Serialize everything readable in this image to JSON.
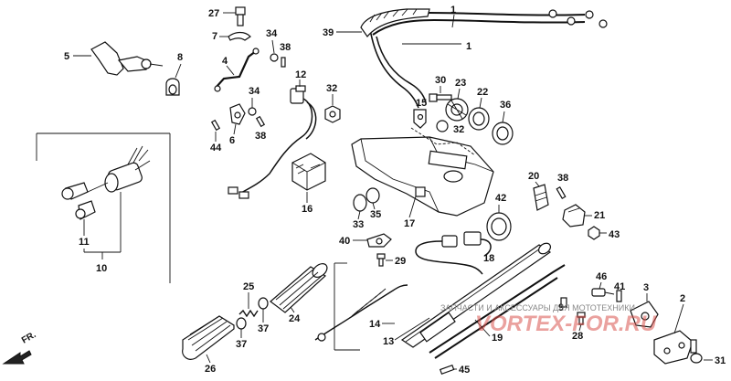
{
  "callouts": {
    "c1": "1",
    "c2": "2",
    "c3": "3",
    "c4": "4",
    "c5": "5",
    "c6": "6",
    "c7": "7",
    "c8": "8",
    "c9": "9",
    "c10": "10",
    "c11": "11",
    "c12": "12",
    "c13": "13",
    "c14": "14",
    "c15": "15",
    "c16": "16",
    "c17": "17",
    "c18": "18",
    "c19": "19",
    "c20": "20",
    "c21": "21",
    "c22": "22",
    "c23": "23",
    "c24": "24",
    "c25": "25",
    "c26": "26",
    "c27": "27",
    "c28": "28",
    "c29": "29",
    "c30": "30",
    "c31": "31",
    "c32": "32",
    "c33": "33",
    "c34": "34",
    "c35": "35",
    "c36": "36",
    "c37": "37",
    "c38": "38",
    "c39": "39",
    "c40": "40",
    "c41": "41",
    "c42": "42",
    "c43": "43",
    "c44": "44",
    "c45": "45",
    "c46": "46"
  },
  "direction_marker": "FR.",
  "watermark": {
    "text_ru": "ЗАПЧАСТИ И АКСЕССУАРЫ ДЛЯ МОТОТЕХНИКИ",
    "brand": "VORTEX-FOR.RU"
  },
  "colors": {
    "ink": "#111111",
    "watermark_red": "#d9534f"
  }
}
